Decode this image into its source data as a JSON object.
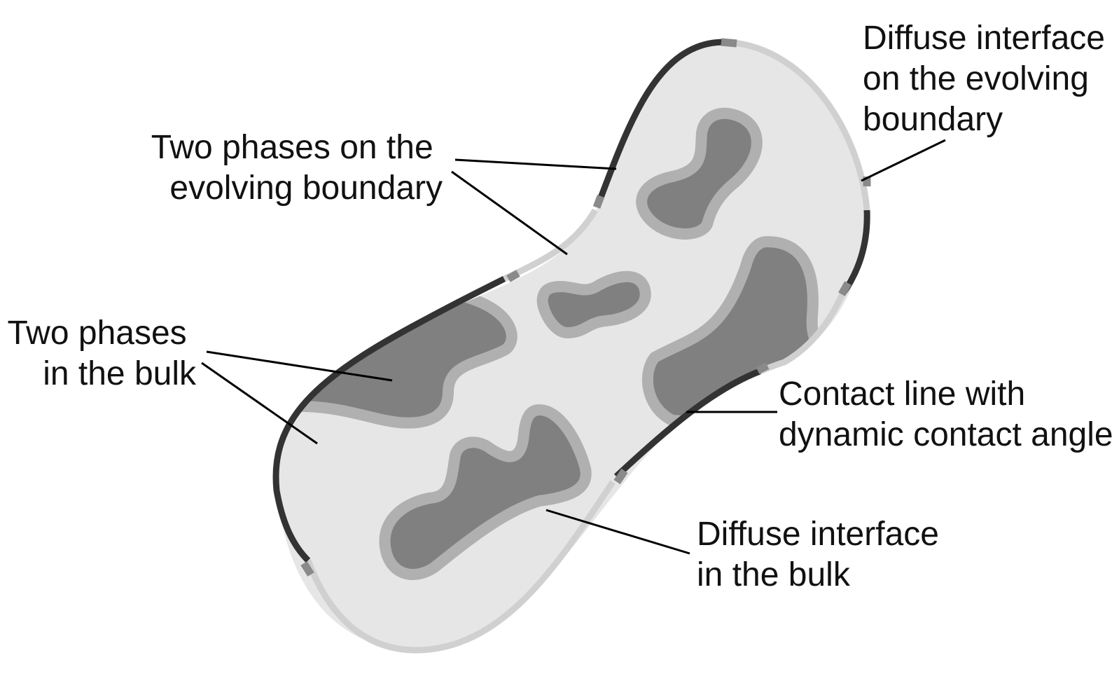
{
  "labels": {
    "two_phases_boundary": [
      "Two phases on the",
      "evolving boundary"
    ],
    "diffuse_interface_boundary": [
      "Diffuse interface",
      "on the evolving",
      "boundary"
    ],
    "two_phases_bulk": [
      "Two phases",
      "in the bulk"
    ],
    "contact_line": [
      "Contact line with",
      "dynamic contact angle"
    ],
    "diffuse_interface_bulk": [
      "Diffuse interface",
      "in the bulk"
    ]
  },
  "colors": {
    "domain_fill": "#e6e6e6",
    "phase_dark": "#808080",
    "diffuse_interface": "#b0b0b0",
    "boundary_dark_phase": "#333333",
    "boundary_light_phase": "#d0d0d0",
    "boundary_interface": "#8a8a8a",
    "text": "#111111"
  }
}
